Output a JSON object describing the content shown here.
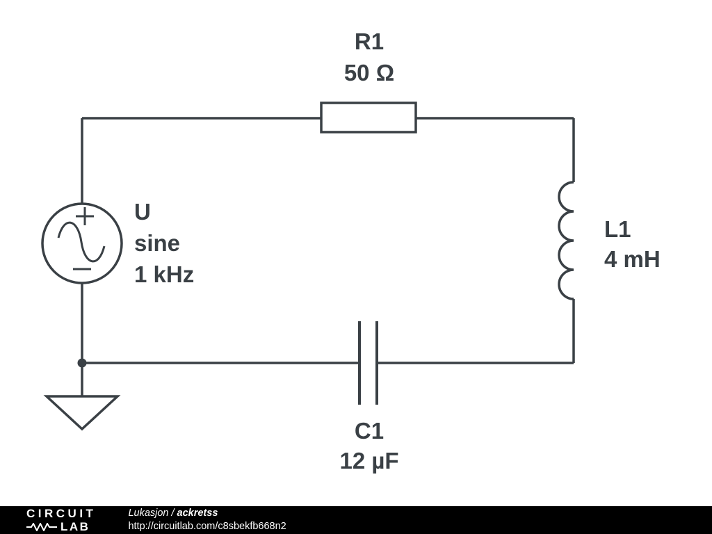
{
  "colors": {
    "line": "#3a4045",
    "background": "#ffffff",
    "footer_background": "#000000",
    "footer_text": "#ffffff"
  },
  "components": {
    "source": {
      "designator": "U",
      "waveform": "sine",
      "frequency": "1 kHz"
    },
    "resistor": {
      "designator": "R1",
      "value": "50 Ω"
    },
    "inductor": {
      "designator": "L1",
      "value": "4 mH"
    },
    "capacitor": {
      "designator": "C1",
      "value": "12 µF"
    }
  },
  "footer": {
    "logo_line1": "CIRCUIT",
    "logo_line2": "LAB",
    "author": "Lukasjon",
    "separator": "/",
    "circuit_name": "ackretss",
    "url": "http://circuitlab.com/c8sbekfb668n2"
  }
}
